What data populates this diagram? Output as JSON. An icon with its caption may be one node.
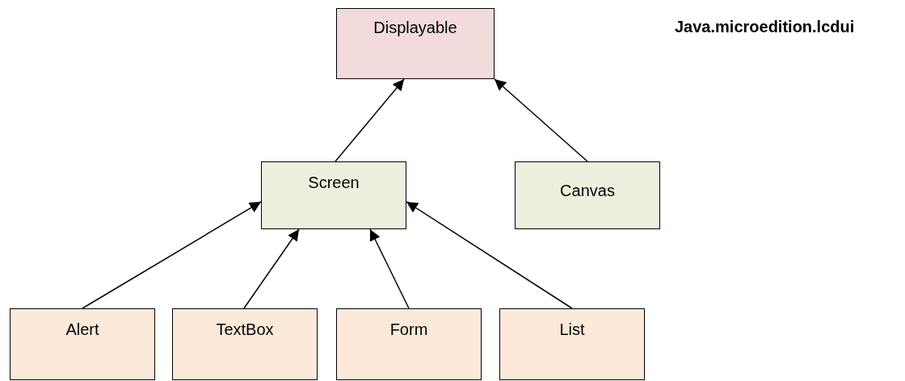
{
  "diagram": {
    "nodes": [
      {
        "text": [
          "Displayable"
        ]
      },
      {
        "text": [
          "Screen"
        ]
      },
      {
        "text": [
          "Canvas"
        ]
      },
      {
        "text": [
          "Alert"
        ]
      },
      {
        "text": [
          "TextBox"
        ]
      },
      {
        "text": [
          "Form"
        ]
      },
      {
        "text": [
          "List"
        ]
      }
    ],
    "edges": [
      {
        "from": 1,
        "to": 0,
        "arrow": "to"
      },
      {
        "from": 2,
        "to": 0,
        "arrow": "to"
      },
      {
        "from": 3,
        "to": 1,
        "arrow": "to"
      },
      {
        "from": 4,
        "to": 1,
        "arrow": "to"
      },
      {
        "from": 5,
        "to": 1,
        "arrow": "to"
      },
      {
        "from": 6,
        "to": 1,
        "arrow": "to"
      }
    ],
    "labels": [
      "Java.microedition.lcdui"
    ]
  }
}
